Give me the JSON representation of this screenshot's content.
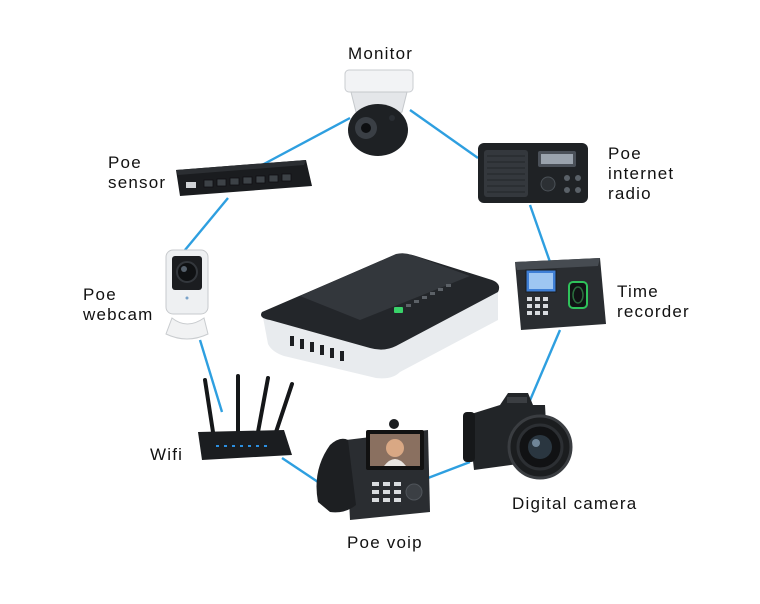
{
  "colors": {
    "link": "#2e9fe0",
    "device_dark": "#1c1f22",
    "device_light": "#e9ecef"
  },
  "hub": {
    "icon": "poe-switch-hub-icon"
  },
  "devices": [
    {
      "id": "monitor",
      "label_lines": [
        "Monitor"
      ],
      "icon": "ptz-camera-icon"
    },
    {
      "id": "radio",
      "label_lines": [
        "Poe",
        "internet",
        "radio"
      ],
      "icon": "radio-icon"
    },
    {
      "id": "time",
      "label_lines": [
        "Time",
        "recorder"
      ],
      "icon": "fingerprint-terminal-icon"
    },
    {
      "id": "camera",
      "label_lines": [
        "Digital camera"
      ],
      "icon": "dslr-camera-icon"
    },
    {
      "id": "voip",
      "label_lines": [
        "Poe voip"
      ],
      "icon": "voip-phone-icon"
    },
    {
      "id": "wifi",
      "label_lines": [
        "Wifi"
      ],
      "icon": "wifi-router-icon"
    },
    {
      "id": "webcam",
      "label_lines": [
        "Poe",
        "webcam"
      ],
      "icon": "webcam-icon"
    },
    {
      "id": "sensor",
      "label_lines": [
        "Poe",
        "sensor"
      ],
      "icon": "network-switch-icon"
    }
  ]
}
